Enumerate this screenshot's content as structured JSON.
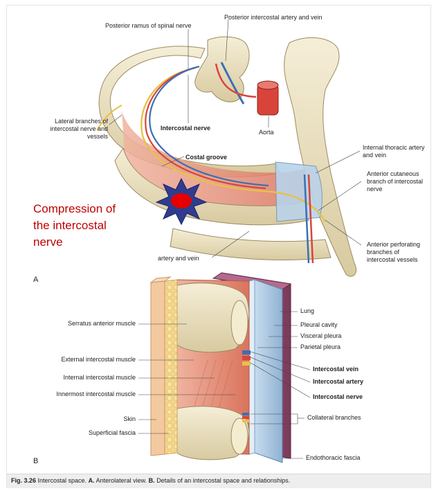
{
  "panel_a": {
    "letter": "A",
    "labels": {
      "posterior_ramus": "Posterior ramus of spinal nerve",
      "posterior_intercostal": "Posterior intercostal artery and vein",
      "lateral_branches": "Lateral branches of intercostal nerve and vessels",
      "intercostal_nerve": "Intercostal nerve",
      "aorta": "Aorta",
      "costal_groove": "Costal groove",
      "internal_thoracic": "Internal thoracic artery and vein",
      "anterior_cutaneous": "Anterior cutaneous branch of intercostal nerve",
      "artery_and_vein": "artery and vein",
      "anterior_perforating": "Anterior perforating branches of intercostal vessels"
    },
    "annotation": "Compression of the intercostal nerve"
  },
  "panel_b": {
    "letter": "B",
    "labels": {
      "serratus": "Serratus anterior muscle",
      "external": "External intercostal muscle",
      "internal": "Internal intercostal muscle",
      "innermost": "Innermost intercostal muscle",
      "skin": "Skin",
      "superficial": "Superficial fascia",
      "lung": "Lung",
      "pleural_cavity": "Pleural cavity",
      "visceral_pleura": "Visceral pleura",
      "parietal_pleura": "Parietal pleura",
      "intercostal_vein": "Intercostal vein",
      "intercostal_artery": "Intercostal artery",
      "intercostal_nerve": "Intercostal nerve",
      "collateral": "Collateral branches",
      "endothoracic": "Endothoracic fascia"
    }
  },
  "caption": {
    "fig": "Fig. 3.26",
    "text": "Intercostal space.",
    "a_letter": "A.",
    "a_text": "Anterolateral view.",
    "b_letter": "B.",
    "b_text": "Details of an intercostal space and relationships."
  },
  "colors": {
    "bone": "#ece2c2",
    "muscle": "#e8917a",
    "artery": "#d9443a",
    "vein": "#3a6fb5",
    "nerve": "#e6c14a",
    "pleura": "#a9c6df",
    "lung": "#8e4a6a",
    "annotation": "#c00000"
  }
}
